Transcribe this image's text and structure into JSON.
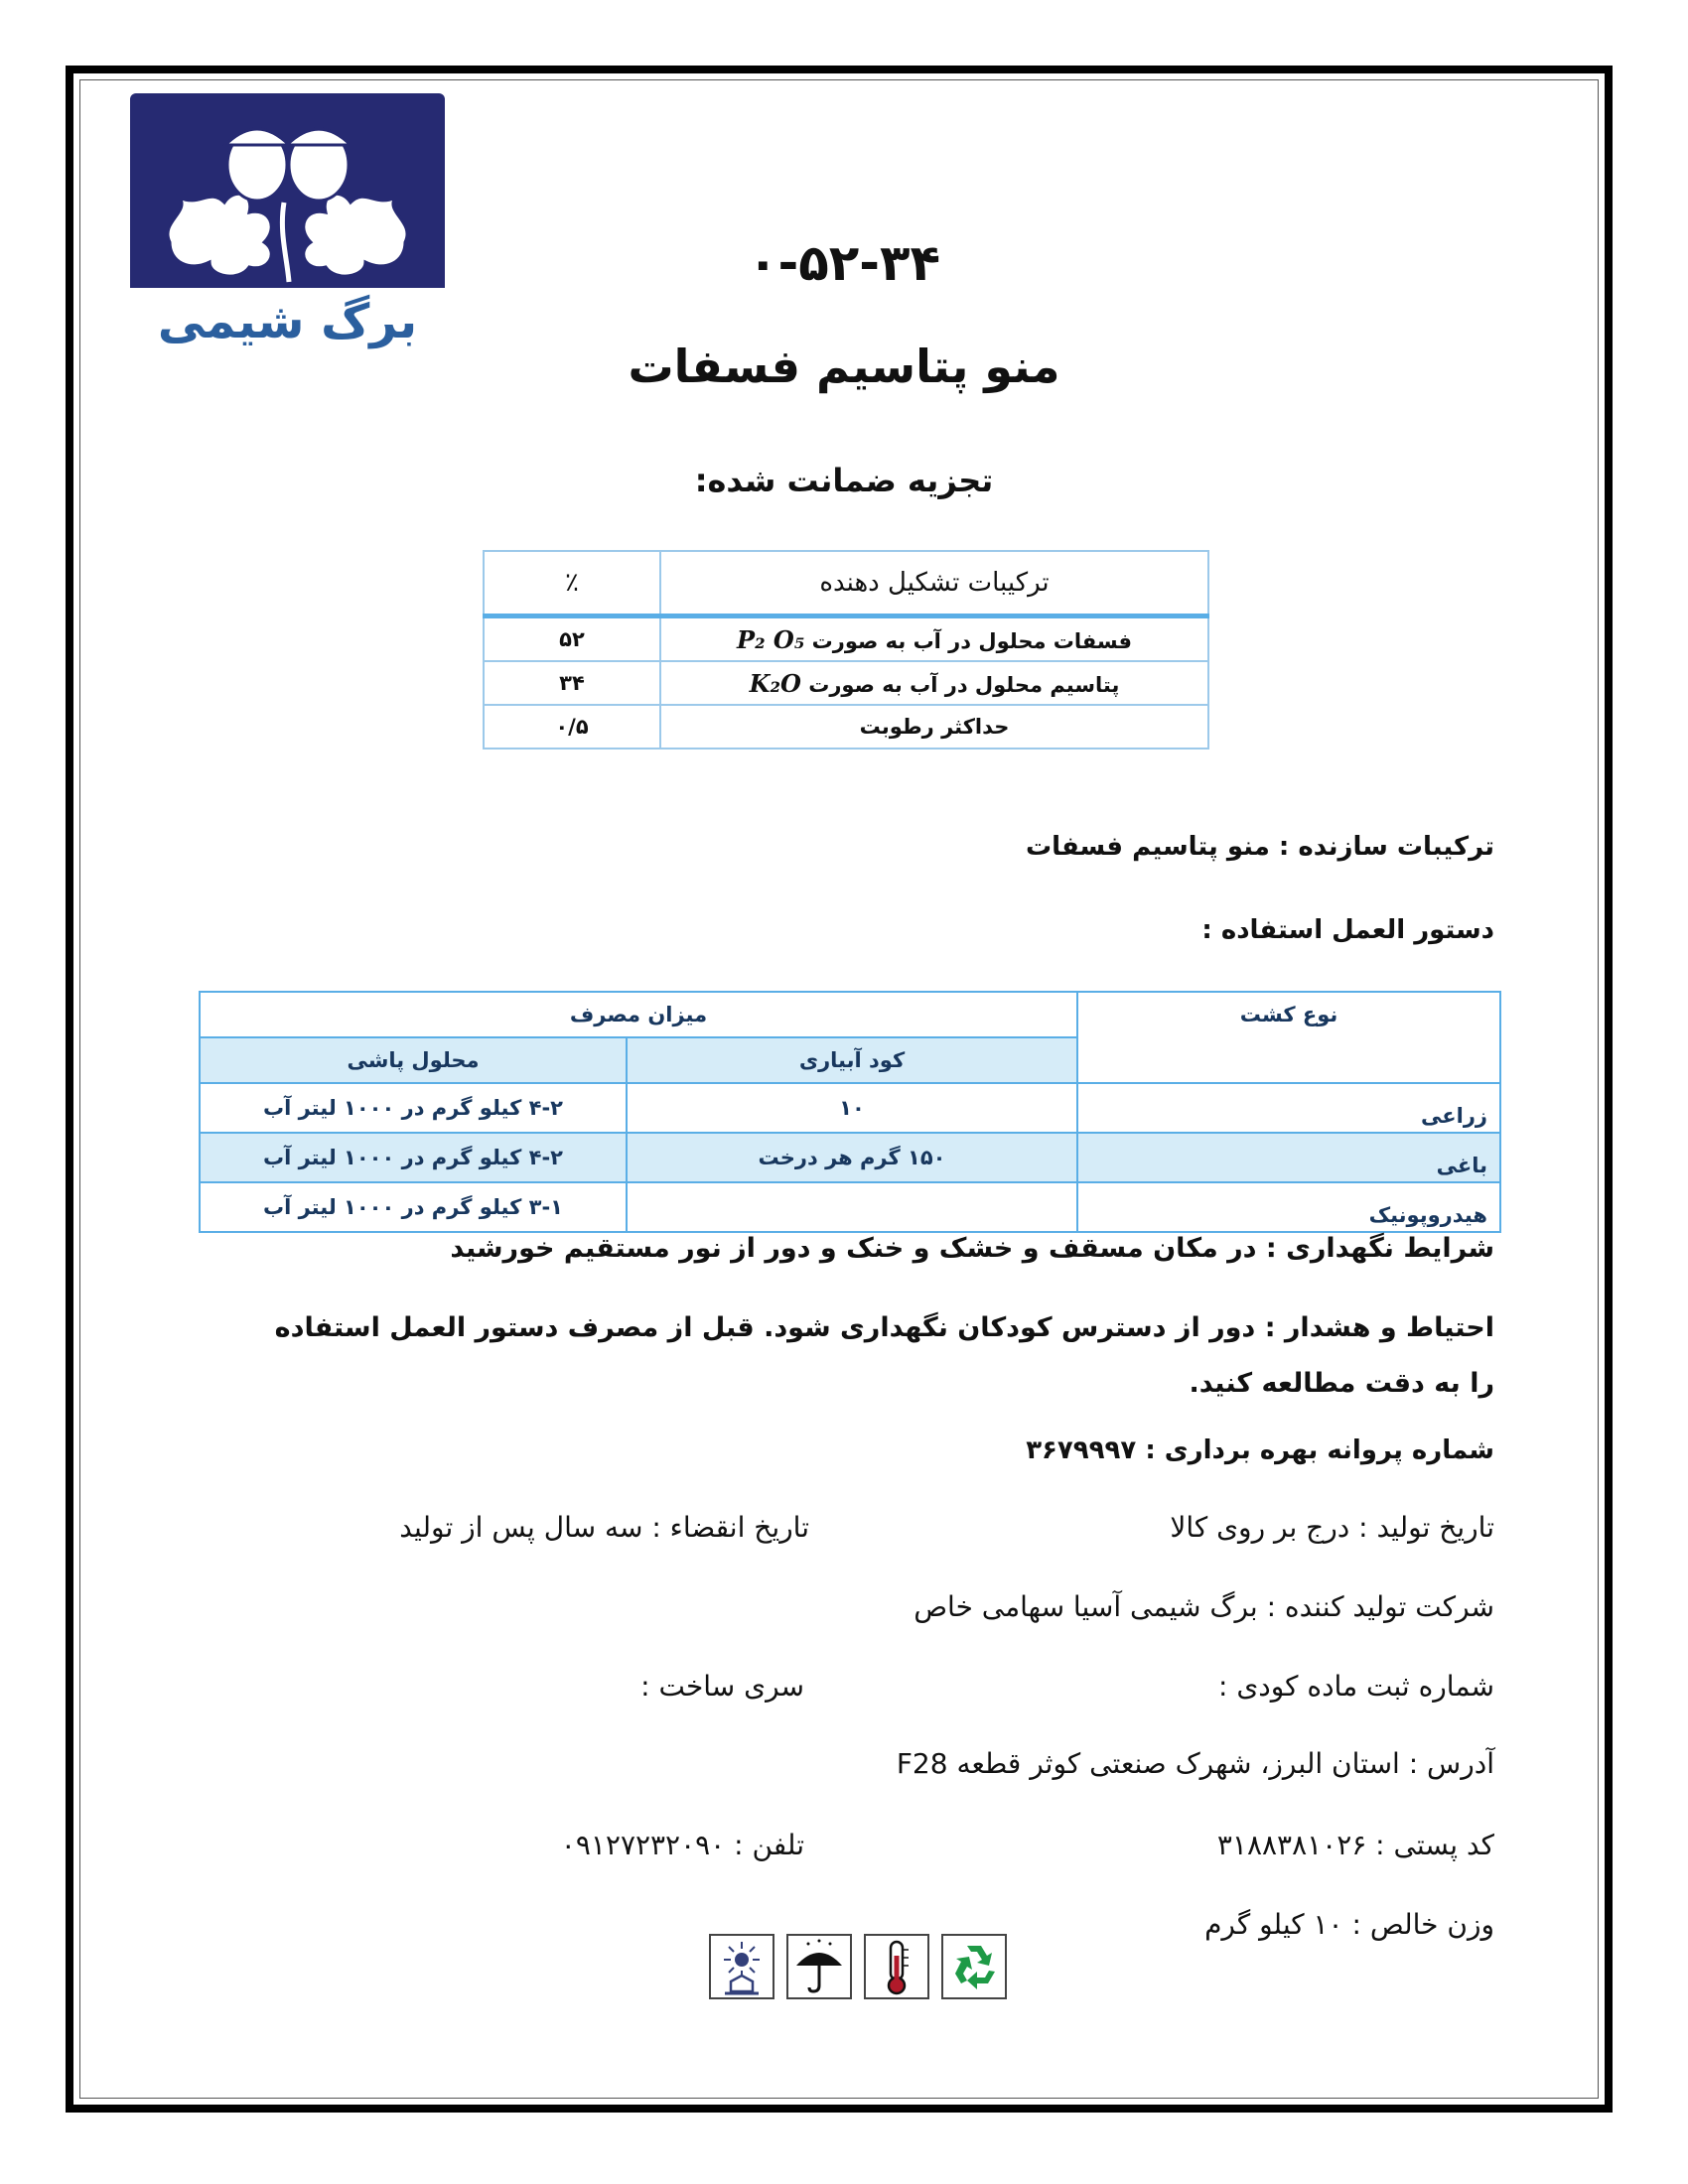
{
  "logo": {
    "text": "برگ شیمی"
  },
  "header": {
    "formula": "۰-۵۲-۳۴",
    "product": "منو پتاسیم فسفات",
    "analysis_title": "تجزیه ضمانت شده:"
  },
  "composition": {
    "headers": {
      "name": "ترکیبات تشکیل دهنده",
      "percent": "٪"
    },
    "rows": [
      {
        "name": "فسفات محلول در آب به صورت",
        "chem": "P₂ O₅",
        "value": "۵۲"
      },
      {
        "name": "پتاسیم محلول در آب به صورت",
        "chem": "K₂O",
        "value": "۳۴"
      },
      {
        "name": "حداکثر رطوبت",
        "chem": "",
        "value": "۰/۵"
      }
    ]
  },
  "ingredients": "ترکیبات سازنده : منو پتاسیم فسفات",
  "usage_title": "دستور العمل استفاده :",
  "usage": {
    "crop_header": "نوع کشت",
    "amount_header": "میزان مصرف",
    "irrigation_header": "کود آبیاری",
    "spray_header": "محلول پاشی",
    "rows": [
      {
        "crop": "زراعی",
        "irrigation": "۱۰",
        "spray": "۴-۲ کیلو گرم در ۱۰۰۰ لیتر آب"
      },
      {
        "crop": "باغی",
        "irrigation": "۱۵۰ گرم هر درخت",
        "spray": "۴-۲ کیلو گرم در ۱۰۰۰ لیتر آب"
      },
      {
        "crop": "هیدروپونیک",
        "irrigation": "",
        "spray": "۳-۱ کیلو گرم در ۱۰۰۰ لیتر آب"
      }
    ]
  },
  "storage": "شرایط نگهداری : در مکان مسقف و خشک و خنک  و دور از نور مستقیم خورشید",
  "warning": "احتیاط و هشدار : دور از دسترس کودکان نگهداری شود. قبل از مصرف دستور العمل استفاده را به دقت مطالعه کنید.",
  "license": "شماره پروانه بهره برداری : ۳۶۷۹۹۹۷",
  "production_date": "تاریخ تولید : درج بر روی کالا",
  "expiry": "تاریخ انقضاء : سه سال پس از تولید",
  "manufacturer": "شرکت تولید کننده : برگ شیمی آسیا سهامی خاص",
  "registration": "شماره ثبت ماده کودی :",
  "batch": "سری ساخت :",
  "address": "آدرس : استان البرز، شهرک صنعتی کوثر قطعه F28",
  "postal": "کد پستی : ۳۱۸۸۳۸۱۰۲۶",
  "phone": "تلفن :  ۰۹۱۲۷۲۳۲۰۹۰",
  "weight": "وزن خالص : ۱۰ کیلو گرم",
  "colors": {
    "logo_bg": "#262a72",
    "logo_text": "#2b5f9e",
    "table_border": "#5aaee6",
    "table_fill": "#d6ecf8"
  },
  "icons": [
    "sun-protect-icon",
    "umbrella-icon",
    "thermometer-icon",
    "recycle-icon"
  ]
}
